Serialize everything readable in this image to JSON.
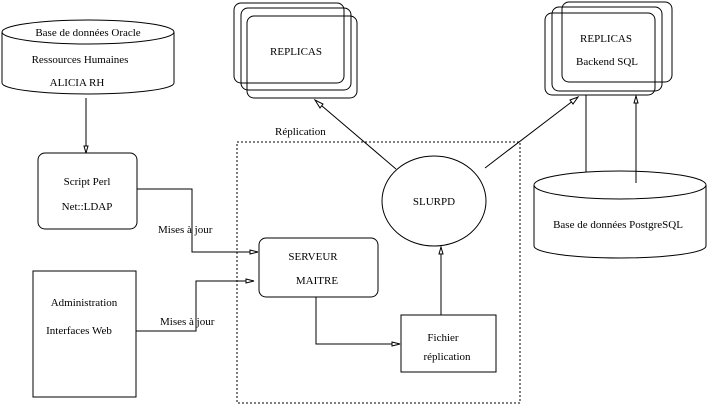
{
  "diagram": {
    "title": "",
    "nodes": {
      "oracle_db": {
        "type": "database",
        "lines": [
          "Base de données Oracle",
          "Ressources Humaines",
          "ALICIA RH"
        ]
      },
      "script_perl": {
        "type": "process",
        "lines": [
          "Script Perl",
          "Net::LDAP"
        ]
      },
      "admin_web": {
        "type": "box",
        "lines": [
          "Administration",
          "Interfaces Web"
        ]
      },
      "replicas_1": {
        "type": "stacked-box",
        "lines": [
          "REPLICAS"
        ]
      },
      "replicas_sql": {
        "type": "stacked-box",
        "lines": [
          "REPLICAS",
          "Backend SQL"
        ]
      },
      "slurpd": {
        "type": "ellipse",
        "lines": [
          "SLURPD"
        ]
      },
      "serveur_maitre": {
        "type": "process",
        "lines": [
          "SERVEUR",
          "MAITRE"
        ]
      },
      "fichier_replication": {
        "type": "box",
        "lines": [
          "Fichier",
          "réplication"
        ]
      },
      "postgres_db": {
        "type": "database",
        "lines": [
          "Base de données PostgreSQL"
        ]
      }
    },
    "groups": {
      "replication": {
        "label": "Réplication",
        "members": [
          "slurpd",
          "serveur_maitre",
          "fichier_replication"
        ]
      }
    },
    "edges": [
      {
        "from": "oracle_db",
        "to": "script_perl",
        "label": ""
      },
      {
        "from": "script_perl",
        "to": "serveur_maitre",
        "label": "Mises à jour"
      },
      {
        "from": "admin_web",
        "to": "serveur_maitre",
        "label": "Mises à jour"
      },
      {
        "from": "serveur_maitre",
        "to": "fichier_replication",
        "label": ""
      },
      {
        "from": "fichier_replication",
        "to": "slurpd",
        "label": ""
      },
      {
        "from": "slurpd",
        "to": "replicas_1",
        "label": ""
      },
      {
        "from": "slurpd",
        "to": "replicas_sql",
        "label": ""
      },
      {
        "from": "replicas_sql",
        "to": "postgres_db",
        "label": ""
      },
      {
        "from": "postgres_db",
        "to": "replicas_sql",
        "label": ""
      }
    ]
  }
}
